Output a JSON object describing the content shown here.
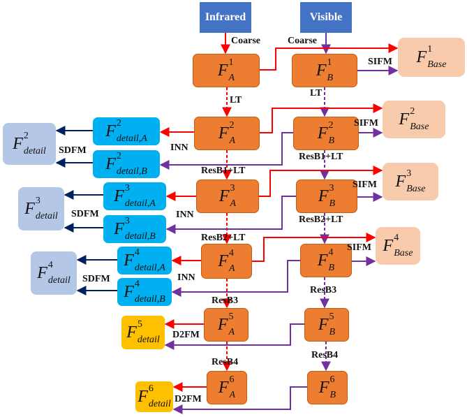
{
  "inputs": {
    "infrared": "Infrared",
    "visible": "Visible"
  },
  "nodes": {
    "A1": {
      "F": "F",
      "sup": "1",
      "sub": "A"
    },
    "B1": {
      "F": "F",
      "sup": "1",
      "sub": "B"
    },
    "A2": {
      "F": "F",
      "sup": "2",
      "sub": "A"
    },
    "B2": {
      "F": "F",
      "sup": "2",
      "sub": "B"
    },
    "A3": {
      "F": "F",
      "sup": "3",
      "sub": "A"
    },
    "B3": {
      "F": "F",
      "sup": "3",
      "sub": "B"
    },
    "A4": {
      "F": "F",
      "sup": "4",
      "sub": "A"
    },
    "B4": {
      "F": "F",
      "sup": "4",
      "sub": "B"
    },
    "A5": {
      "F": "F",
      "sup": "5",
      "sub": "A"
    },
    "B5": {
      "F": "F",
      "sup": "5",
      "sub": "B"
    },
    "A6": {
      "F": "F",
      "sup": "6",
      "sub": "A"
    },
    "B6": {
      "F": "F",
      "sup": "6",
      "sub": "B"
    },
    "base1": {
      "F": "F",
      "sup": "1",
      "sub": "Base"
    },
    "base2": {
      "F": "F",
      "sup": "2",
      "sub": "Base"
    },
    "base3": {
      "F": "F",
      "sup": "3",
      "sub": "Base"
    },
    "base4": {
      "F": "F",
      "sup": "4",
      "sub": "Base"
    },
    "dA2": {
      "F": "F",
      "sup": "2",
      "sub": "detail,A"
    },
    "dB2": {
      "F": "F",
      "sup": "2",
      "sub": "detail,B"
    },
    "dA3": {
      "F": "F",
      "sup": "3",
      "sub": "detail,A"
    },
    "dB3": {
      "F": "F",
      "sup": "3",
      "sub": "detail,B"
    },
    "dA4": {
      "F": "F",
      "sup": "4",
      "sub": "detail,A"
    },
    "dB4": {
      "F": "F",
      "sup": "4",
      "sub": "detail,B"
    },
    "det2": {
      "F": "F",
      "sup": "2",
      "sub": "detail"
    },
    "det3": {
      "F": "F",
      "sup": "3",
      "sub": "detail"
    },
    "det4": {
      "F": "F",
      "sup": "4",
      "sub": "detail"
    },
    "det5": {
      "F": "F",
      "sup": "5",
      "sub": "detail"
    },
    "det6": {
      "F": "F",
      "sup": "6",
      "sub": "detail"
    }
  },
  "labels": {
    "coarse_a": "Coarse",
    "coarse_b": "Coarse",
    "lt_a": "LT",
    "lt_b": "LT",
    "sifm1": "SIFM",
    "sifm2": "SIFM",
    "sifm3": "SIFM",
    "sifm4": "SIFM",
    "inn2": "INN",
    "inn3": "INN",
    "inn4": "INN",
    "sdfm2": "SDFM",
    "sdfm3": "SDFM",
    "sdfm4": "SDFM",
    "resb1lt_a": "ResB1+LT",
    "resb1lt_b": "ResB1+LT",
    "resb2lt_a": "ResB2+LT",
    "resb2lt_b": "ResB2+LT",
    "resb3_a": "ResB3",
    "resb3_b": "ResB3",
    "resb4_a": "ResB4",
    "resb4_b": "ResB4",
    "d2fm5": "D2FM",
    "d2fm6": "D2FM"
  },
  "colors": {
    "infrared_path": "#ff0000",
    "visible_path": "#7030a0",
    "detail_path": "#002060",
    "source": "#4472c4",
    "encoder": "#ed7d31",
    "base": "#f8cbad",
    "detail_pair": "#00b0f0",
    "detail_fused": "#b4c7e7",
    "deep_detail": "#ffc000"
  }
}
